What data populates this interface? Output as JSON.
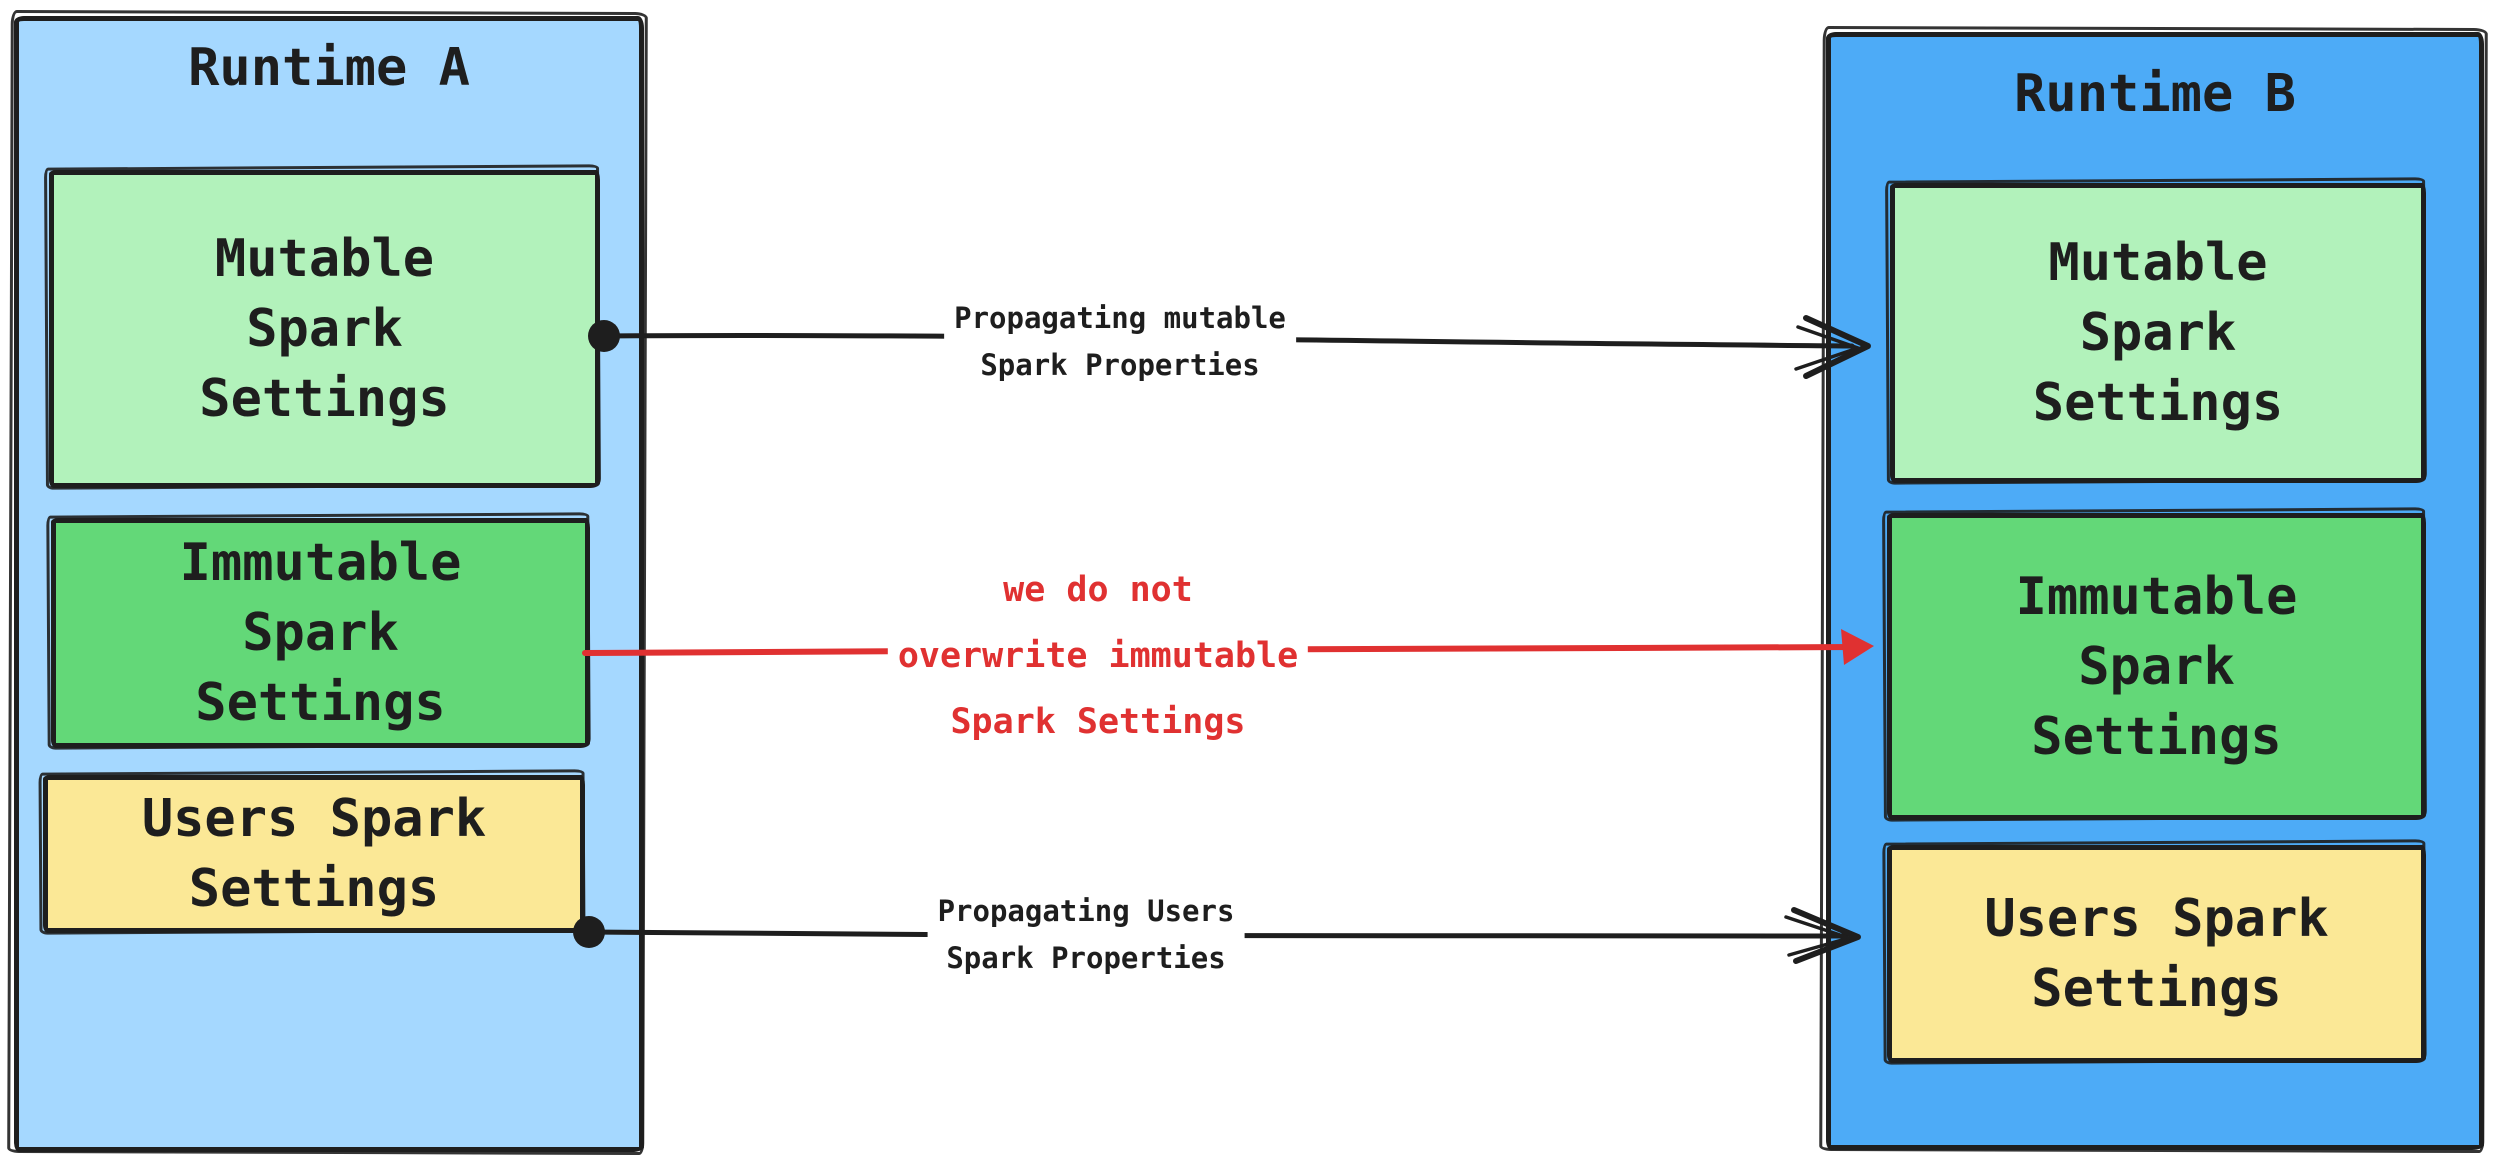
{
  "diagram": {
    "background": "#ffffff",
    "stroke_color": "#1e1e1e",
    "annotation_color": "#e03131",
    "containers": {
      "runtime_a": {
        "title": "Runtime A",
        "fill": "#a5d8ff",
        "boxes": [
          {
            "name": "mutable-spark-settings",
            "label": "Mutable\nSpark\nSettings",
            "fill": "#b2f2bb"
          },
          {
            "name": "immutable-spark-settings",
            "label": "Immutable\nSpark\nSettings",
            "fill": "#63d878"
          },
          {
            "name": "users-spark-settings",
            "label": "Users Spark\nSettings",
            "fill": "#fbe896"
          }
        ]
      },
      "runtime_b": {
        "title": "Runtime B",
        "fill": "#4dabf7",
        "boxes": [
          {
            "name": "mutable-spark-settings",
            "label": "Mutable\nSpark\nSettings",
            "fill": "#b2f2bb"
          },
          {
            "name": "immutable-spark-settings",
            "label": "Immutable\nSpark\nSettings",
            "fill": "#63d878"
          },
          {
            "name": "users-spark-settings",
            "label": "Users Spark\nSettings",
            "fill": "#fbe896"
          }
        ]
      }
    },
    "arrows": [
      {
        "name": "propagate-mutable",
        "label": "Propagating mutable\nSpark Properties",
        "color": "#1e1e1e"
      },
      {
        "name": "no-overwrite-immutable",
        "label": "we do not\noverwrite immutable\nSpark Settings",
        "color": "#e03131"
      },
      {
        "name": "propagate-users",
        "label": "Propagating Users\nSpark Properties",
        "color": "#1e1e1e"
      }
    ]
  }
}
